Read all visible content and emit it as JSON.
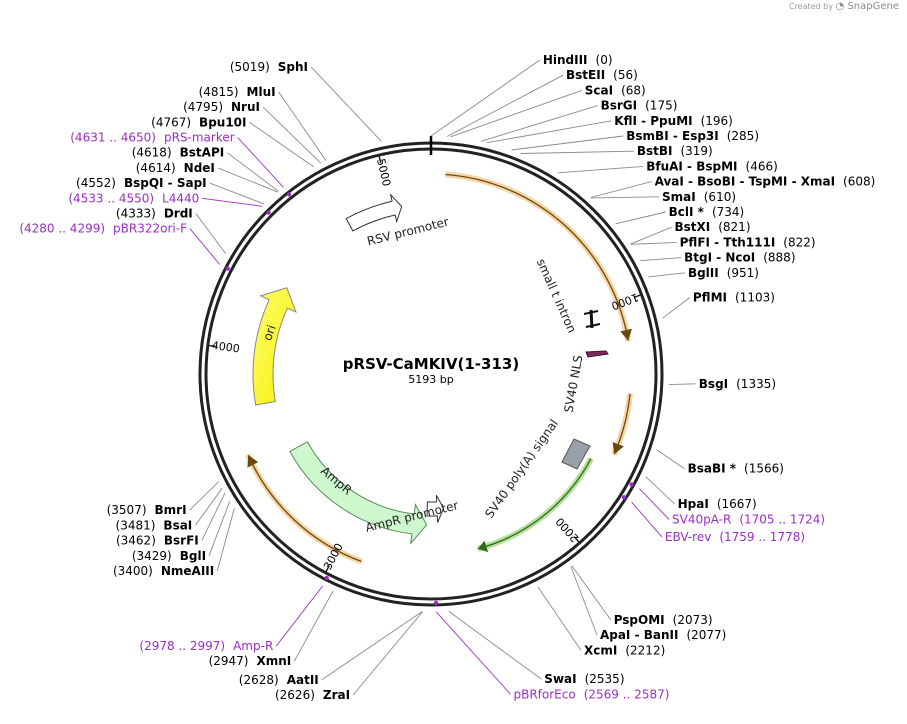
{
  "header": {
    "created_by": "Created by",
    "brand": "SnapGene"
  },
  "plasmid": {
    "name": "pRSV-CaMKIV(1-313)",
    "size_label": "5193 bp",
    "length": 5193
  },
  "ticks": [
    {
      "pos": 1000,
      "label": "1000"
    },
    {
      "pos": 2000,
      "label": "2000"
    },
    {
      "pos": 3000,
      "label": "3000"
    },
    {
      "pos": 4000,
      "label": "4000"
    },
    {
      "pos": 5000,
      "label": "5000"
    }
  ],
  "colors": {
    "backbone": "#222222",
    "promoter_fill": "#ffffff",
    "intron": "#111111",
    "nls": "#7a2a5a",
    "polya": "#9aa0a8",
    "ori": "#f7f200",
    "ampr": "#cdf7cd",
    "orange_arc": "#e8a23a",
    "green_arc": "#5cb82a",
    "primer": "#9b2fc4"
  },
  "features": [
    {
      "name": "RSV promoter",
      "type": "promoter",
      "start": 4780,
      "end": 5050
    },
    {
      "name": "small t intron",
      "type": "intron",
      "start": 1230,
      "end": 1280
    },
    {
      "name": "SV40 NLS",
      "type": "nls",
      "start": 1400,
      "end": 1460
    },
    {
      "name": "SV40 poly(A) signal",
      "type": "polya",
      "start": 1640,
      "end": 1760
    },
    {
      "name": "ori",
      "type": "ori",
      "start": 3750,
      "end": 4340
    },
    {
      "name": "AmpR",
      "type": "ampr",
      "start": 2620,
      "end": 3480
    },
    {
      "name": "AmpR promoter",
      "type": "promoter",
      "start": 2520,
      "end": 2620
    }
  ],
  "arcs": [
    {
      "kind": "orange",
      "start": 60,
      "end": 1160
    },
    {
      "kind": "orange",
      "start": 1380,
      "end": 1640
    },
    {
      "kind": "orange",
      "start": 2890,
      "end": 3550
    },
    {
      "kind": "green",
      "start": 1700,
      "end": 2380
    }
  ],
  "sites": [
    {
      "label": "HindIII",
      "num": "(0)",
      "pos": 0,
      "kind": "enzyme"
    },
    {
      "label": "BstEII",
      "num": "(56)",
      "pos": 56,
      "kind": "enzyme"
    },
    {
      "label": "ScaI",
      "num": "(68)",
      "pos": 68,
      "kind": "enzyme"
    },
    {
      "label": "BsrGI",
      "num": "(175)",
      "pos": 175,
      "kind": "enzyme"
    },
    {
      "label": "KflI - PpuMI",
      "num": "(196)",
      "pos": 196,
      "kind": "enzyme"
    },
    {
      "label": "BsmBI - Esp3I",
      "num": "(285)",
      "pos": 285,
      "kind": "enzyme"
    },
    {
      "label": "BstBI",
      "num": "(319)",
      "pos": 319,
      "kind": "enzyme"
    },
    {
      "label": "BfuAI - BspMI",
      "num": "(466)",
      "pos": 466,
      "kind": "enzyme"
    },
    {
      "label": "AvaI - BsoBI - TspMI - XmaI",
      "num": "(608)",
      "pos": 608,
      "kind": "enzyme"
    },
    {
      "label": "SmaI",
      "num": "(610)",
      "pos": 610,
      "kind": "enzyme"
    },
    {
      "label": "BclI *",
      "num": "(734)",
      "pos": 734,
      "kind": "enzyme"
    },
    {
      "label": "BstXI",
      "num": "(821)",
      "pos": 821,
      "kind": "enzyme"
    },
    {
      "label": "PflFI - Tth111I",
      "num": "(822)",
      "pos": 822,
      "kind": "enzyme"
    },
    {
      "label": "BtgI - NcoI",
      "num": "(888)",
      "pos": 888,
      "kind": "enzyme"
    },
    {
      "label": "BglII",
      "num": "(951)",
      "pos": 951,
      "kind": "enzyme"
    },
    {
      "label": "PflMI",
      "num": "(1103)",
      "pos": 1103,
      "kind": "enzyme"
    },
    {
      "label": "BsgI",
      "num": "(1335)",
      "pos": 1335,
      "kind": "enzyme"
    },
    {
      "label": "BsaBI *",
      "num": "(1566)",
      "pos": 1566,
      "kind": "enzyme"
    },
    {
      "label": "HpaI",
      "num": "(1667)",
      "pos": 1667,
      "kind": "enzyme"
    },
    {
      "label": "SV40pA-R",
      "num": "(1705 .. 1724)",
      "pos": 1714,
      "kind": "primer"
    },
    {
      "label": "EBV-rev",
      "num": "(1759 .. 1778)",
      "pos": 1768,
      "kind": "primer"
    },
    {
      "label": "PspOMI",
      "num": "(2073)",
      "pos": 2073,
      "kind": "enzyme"
    },
    {
      "label": "ApaI - BanII",
      "num": "(2077)",
      "pos": 2077,
      "kind": "enzyme"
    },
    {
      "label": "XcmI",
      "num": "(2212)",
      "pos": 2212,
      "kind": "enzyme"
    },
    {
      "label": "SwaI",
      "num": "(2535)",
      "pos": 2535,
      "kind": "enzyme"
    },
    {
      "label": "pBRforEco",
      "num": "(2569 .. 2587)",
      "pos": 2578,
      "kind": "primer"
    },
    {
      "label": "ZraI",
      "num": "(2626)",
      "pos": 2626,
      "kind": "enzyme"
    },
    {
      "label": "AatII",
      "num": "(2628)",
      "pos": 2628,
      "kind": "enzyme"
    },
    {
      "label": "XmnI",
      "num": "(2947)",
      "pos": 2947,
      "kind": "enzyme"
    },
    {
      "label": "Amp-R",
      "num": "(2978 .. 2997)",
      "pos": 2987,
      "kind": "primer"
    },
    {
      "label": "NmeAIII",
      "num": "(3400)",
      "pos": 3400,
      "kind": "enzyme"
    },
    {
      "label": "BglI",
      "num": "(3429)",
      "pos": 3429,
      "kind": "enzyme"
    },
    {
      "label": "BsrFI",
      "num": "(3462)",
      "pos": 3462,
      "kind": "enzyme"
    },
    {
      "label": "BsaI",
      "num": "(3481)",
      "pos": 3481,
      "kind": "enzyme"
    },
    {
      "label": "BmrI",
      "num": "(3507)",
      "pos": 3507,
      "kind": "enzyme"
    },
    {
      "label": "DrdI",
      "num": "(4333)",
      "pos": 4333,
      "kind": "enzyme"
    },
    {
      "label": "pBR322ori-F",
      "num": "(4280 .. 4299)",
      "pos": 4290,
      "kind": "primer"
    },
    {
      "label": "L4440",
      "num": "(4533 .. 4550)",
      "pos": 4541,
      "kind": "primer"
    },
    {
      "label": "BspQI - SapI",
      "num": "(4552)",
      "pos": 4552,
      "kind": "enzyme"
    },
    {
      "label": "NdeI",
      "num": "(4614)",
      "pos": 4614,
      "kind": "enzyme"
    },
    {
      "label": "BstAPI",
      "num": "(4618)",
      "pos": 4618,
      "kind": "enzyme"
    },
    {
      "label": "pRS-marker",
      "num": "(4631 .. 4650)",
      "pos": 4640,
      "kind": "primer"
    },
    {
      "label": "Bpu10I",
      "num": "(4767)",
      "pos": 4767,
      "kind": "enzyme"
    },
    {
      "label": "NruI",
      "num": "(4795)",
      "pos": 4795,
      "kind": "enzyme"
    },
    {
      "label": "MluI",
      "num": "(4815)",
      "pos": 4815,
      "kind": "enzyme"
    },
    {
      "label": "SphI",
      "num": "(5019)",
      "pos": 5019,
      "kind": "enzyme"
    }
  ]
}
